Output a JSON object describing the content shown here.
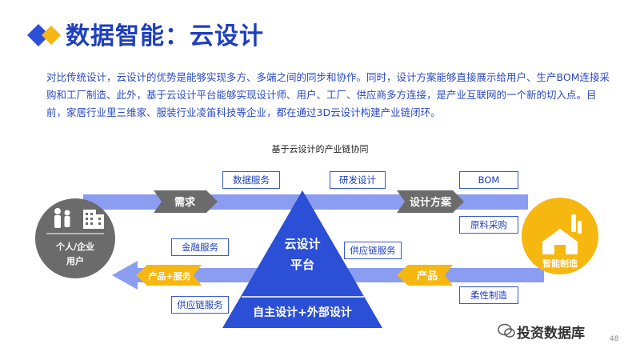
{
  "header": {
    "title": "数据智能：云设计",
    "description": "对比传统设计，云设计的优势是能够实现多方、多端之间的同步和协作。同时，设计方案能够直接展示给用户、生产BOM连接采购和工厂制造、此外，基于云设计平台能够实现设计师、用户、工厂、供应商多方连接，是产业互联网的一个新的切入点。目前，家居行业里三维家、服装行业凌笛科技等企业，都在通过3D云设计构建产业链闭环。"
  },
  "diagram": {
    "caption": "基于云设计的产业链协同",
    "user_node": {
      "line1": "个人/企业",
      "line2": "用户"
    },
    "factory_node": {
      "label": "智能制造"
    },
    "platform": {
      "line1": "云设计",
      "line2": "平台",
      "base": "自主设计+外部设计"
    },
    "arrows": {
      "demand": "需求",
      "design_plan": "设计方案",
      "product": "产品",
      "product_service": "产品+服务"
    },
    "boxes": {
      "data_service": "数据服务",
      "rd_design": "研发设计",
      "bom": "BOM",
      "material_purchase": "原料采购",
      "finance_service": "金融服务",
      "supply_chain_service_right": "供应链服务",
      "supply_chain_service_left": "供应链服务",
      "flexible_manufacturing": "柔性制造"
    },
    "colors": {
      "blue": "#2b4fd6",
      "yellow": "#f7b711",
      "gray": "#666666"
    }
  },
  "footer": {
    "watermark": "投资数据库",
    "page_number": "48"
  }
}
